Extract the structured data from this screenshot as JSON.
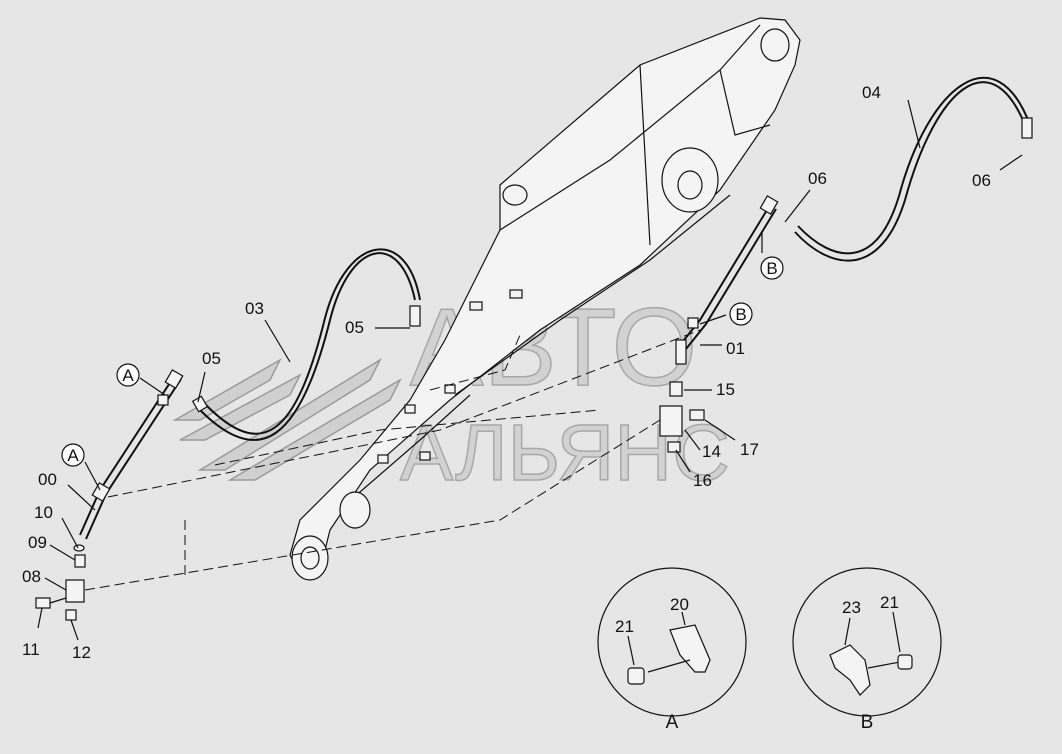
{
  "watermark": {
    "line1": "АВТО",
    "line2": "АЛЬЯНС"
  },
  "labels": {
    "p00": "00",
    "p01": "01",
    "p03": "03",
    "p04": "04",
    "p05a": "05",
    "p05b": "05",
    "p06a": "06",
    "p06b": "06",
    "p08": "08",
    "p09": "09",
    "p10": "10",
    "p11": "11",
    "p12": "12",
    "p14": "14",
    "p15": "15",
    "p16": "16",
    "p17": "17",
    "p20": "20",
    "p21a": "21",
    "p21b": "21",
    "p23": "23"
  },
  "markers": {
    "a_top": "A",
    "a_bottom": "A",
    "b_right": "B",
    "b_mid": "B"
  },
  "details": {
    "a_caption": "A",
    "b_caption": "B"
  }
}
